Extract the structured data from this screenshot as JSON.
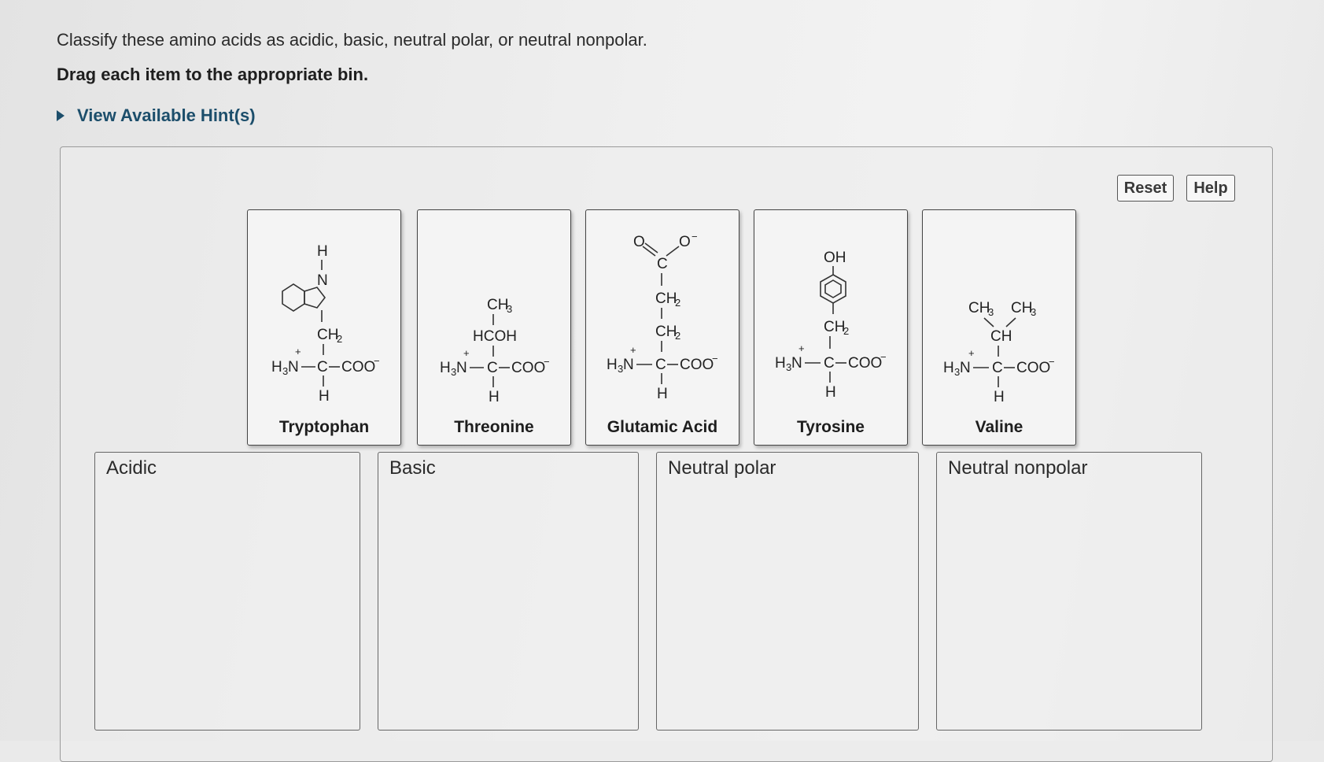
{
  "instructions": {
    "line1": "Classify these amino acids as acidic, basic, neutral polar, or neutral nonpolar.",
    "line2": "Drag each item to the appropriate bin.",
    "hint": "View Available Hint(s)"
  },
  "toolbar": {
    "reset": "Reset",
    "help": "Help"
  },
  "cards": [
    {
      "name": "Tryptophan"
    },
    {
      "name": "Threonine"
    },
    {
      "name": "Glutamic Acid"
    },
    {
      "name": "Tyrosine"
    },
    {
      "name": "Valine"
    }
  ],
  "bins": [
    {
      "label": "Acidic"
    },
    {
      "label": "Basic"
    },
    {
      "label": "Neutral polar"
    },
    {
      "label": "Neutral nonpolar"
    }
  ]
}
